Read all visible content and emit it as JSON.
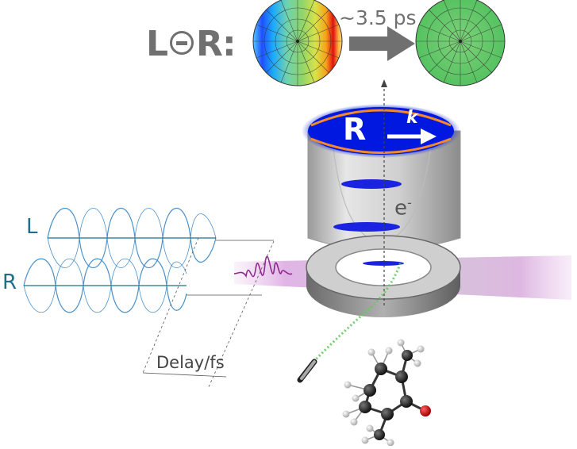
{
  "labels": {
    "l_letter": "L",
    "r_letter": "R",
    "time": "~3.5 ps",
    "disk_r": "R",
    "wavevector": "k",
    "electron": "e",
    "electron_charge": "-",
    "beam_l": "L",
    "beam_r": "R",
    "delay": "Delay/fs"
  },
  "colors": {
    "beam": "#1f6f8b",
    "helix": "#4a90c8",
    "pulse": "#8e2a8e",
    "detector_blue": "#0018e0",
    "pmd_green": "#5ecb5a",
    "arrow_gray": "#707070",
    "oxygen": "#cc0000",
    "carbon": "#222222"
  },
  "icons": [
    "minus-circle-icon",
    "arrow-right-icon",
    "wavevector-arrow-icon"
  ]
}
